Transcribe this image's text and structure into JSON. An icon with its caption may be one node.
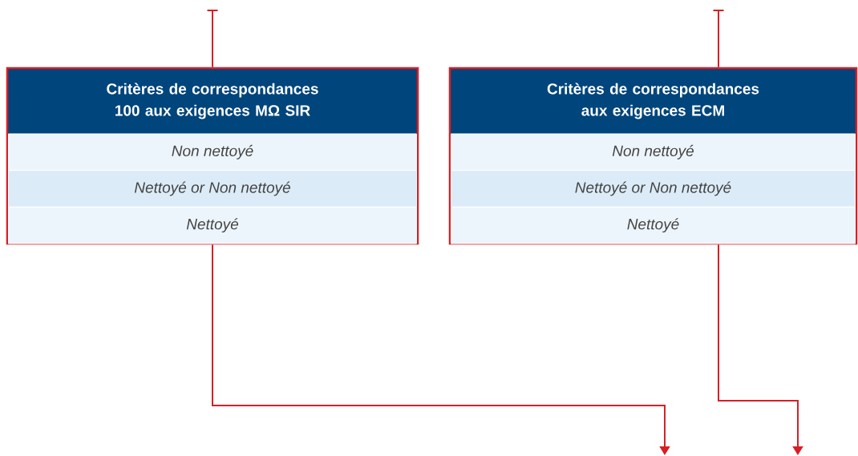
{
  "diagram": {
    "nodes": [
      {
        "text": [
          "Critères de correspondances 100 aux exigences MΩ SIR"
        ]
      },
      {
        "text": [
          "Non nettoyé"
        ],
        "in": 0
      },
      {
        "text": [
          "Nettoyé or  Non nettoyé"
        ],
        "in": 0
      },
      {
        "text": [
          "Nettoyé"
        ],
        "in": 0
      },
      {
        "text": [
          "Critères de correspondances aux exigences ECM"
        ]
      },
      {
        "text": [
          "Non nettoyé"
        ],
        "in": 4
      },
      {
        "text": [
          "Nettoyé or  Non nettoyé"
        ],
        "in": 4
      },
      {
        "text": [
          "Nettoyé"
        ],
        "in": 4
      }
    ],
    "edges": [
      {
        "from": null,
        "to": 0,
        "arrow": "none"
      },
      {
        "from": 0,
        "to": null,
        "arrow": "to"
      },
      {
        "from": null,
        "to": 4,
        "arrow": "none"
      },
      {
        "from": 4,
        "to": null,
        "arrow": "to"
      }
    ]
  }
}
